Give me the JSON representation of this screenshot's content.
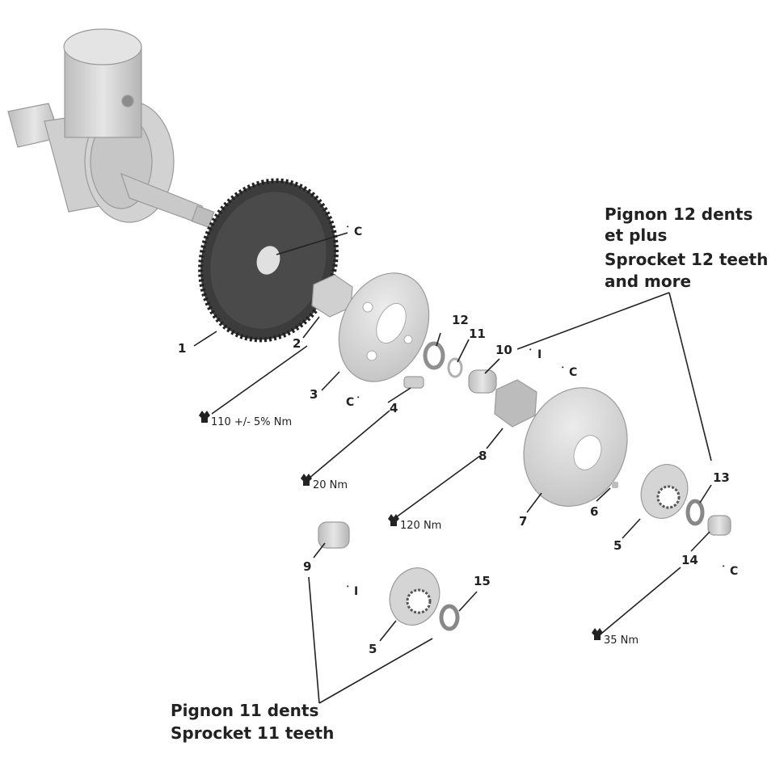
{
  "parts": [
    {
      "id": "1",
      "label": "1"
    },
    {
      "id": "2",
      "label": "2"
    },
    {
      "id": "3",
      "label": "3"
    },
    {
      "id": "4",
      "label": "4"
    },
    {
      "id": "5a",
      "label": "5"
    },
    {
      "id": "5b",
      "label": "5"
    },
    {
      "id": "6",
      "label": "6"
    },
    {
      "id": "7",
      "label": "7"
    },
    {
      "id": "8",
      "label": "8"
    },
    {
      "id": "9",
      "label": "9"
    },
    {
      "id": "10",
      "label": "10"
    },
    {
      "id": "11",
      "label": "11"
    },
    {
      "id": "12",
      "label": "12"
    },
    {
      "id": "13",
      "label": "13"
    },
    {
      "id": "14",
      "label": "14"
    },
    {
      "id": "15",
      "label": "15"
    }
  ],
  "torques": {
    "t110": "110 +/- 5% Nm",
    "t20": "20 Nm",
    "t120": "120 Nm",
    "t35": "35 Nm"
  },
  "symbols": {
    "c": "C",
    "i": "I"
  },
  "notes": {
    "sprocket12": [
      "Pignon 12 dents",
      "et plus",
      "Sprocket 12 teeth",
      "and more"
    ],
    "sprocket11": [
      "Pignon 11 dents",
      "Sprocket 11 teeth"
    ]
  },
  "colors": {
    "part_fill": "#dcdcdc",
    "part_dark": "#4a4a4a",
    "line": "#222222"
  }
}
